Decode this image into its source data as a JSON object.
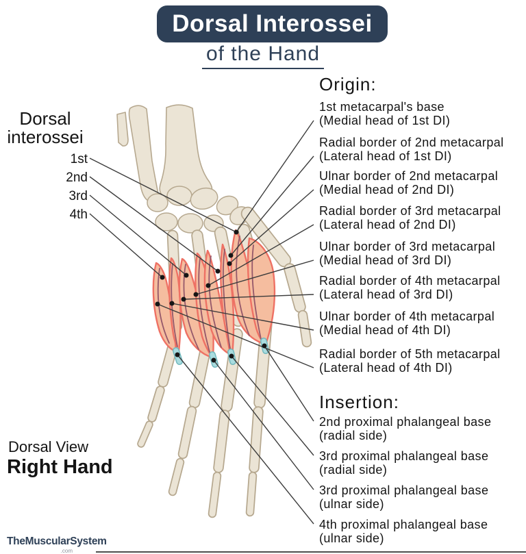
{
  "title": {
    "main": "Dorsal Interossei",
    "subtitle": "of the Hand"
  },
  "muscle_label": {
    "line1": "Dorsal",
    "line2": "interossei",
    "items": [
      "1st",
      "2nd",
      "3rd",
      "4th"
    ]
  },
  "origin": {
    "header": "Origin:",
    "items": [
      {
        "line1": "1st metacarpal's base",
        "line2": "(Medial head of 1st DI)"
      },
      {
        "line1": "Radial border of 2nd metacarpal",
        "line2": "(Lateral head of 1st DI)"
      },
      {
        "line1": "Ulnar border of 2nd metacarpal",
        "line2": "(Medial head of 2nd DI)"
      },
      {
        "line1": "Radial border of 3rd metacarpal",
        "line2": "(Lateral head of 2nd DI)"
      },
      {
        "line1": "Ulnar border of 3rd metacarpal",
        "line2": "(Medial head of 3rd DI)"
      },
      {
        "line1": "Radial border of 4th metacarpal",
        "line2": "(Lateral head  of 3rd DI)"
      },
      {
        "line1": "Ulnar border of 4th metacarpal",
        "line2": "(Medial head of 4th DI)"
      },
      {
        "line1": "Radial border of 5th metacarpal",
        "line2": "(Lateral head  of 4th DI)"
      }
    ]
  },
  "insertion": {
    "header": "Insertion:",
    "items": [
      {
        "line1": "2nd proximal phalangeal base",
        "line2": "(radial side)"
      },
      {
        "line1": "3rd proximal phalangeal base",
        "line2": "(radial side)"
      },
      {
        "line1": "3rd proximal phalangeal base",
        "line2": "(ulnar side)"
      },
      {
        "line1": "4th proximal phalangeal base",
        "line2": "(ulnar side)"
      }
    ]
  },
  "view": {
    "line1": "Dorsal View",
    "line2": "Right Hand"
  },
  "brand": {
    "name": "TheMuscularSystem",
    "tld": ".com"
  },
  "colors": {
    "navy": "#2e4057",
    "bone_fill": "#ebe4d5",
    "bone_stroke": "#b6a88f",
    "muscle_fill": "#f5bd9f",
    "muscle_edge": "#ee7164",
    "muscle_seam": "#95586a",
    "tendon_blue": "#a9dcdf",
    "leader_line": "#3c3c3c"
  }
}
